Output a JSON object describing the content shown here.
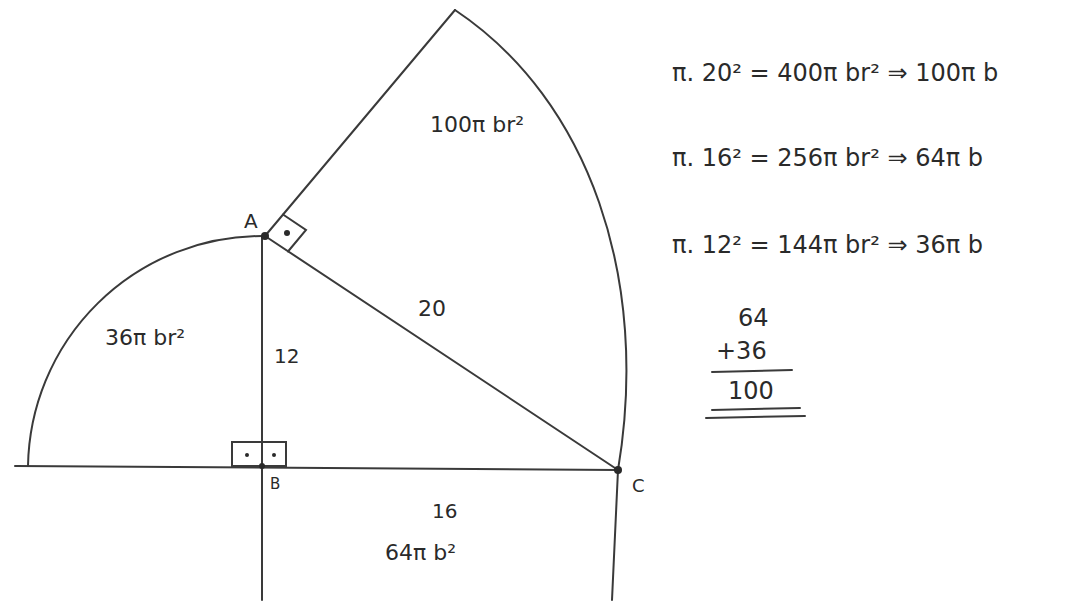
{
  "diagram": {
    "labels": [
      "A",
      "B",
      "C",
      "12",
      "20",
      "16",
      "100π br²",
      "36π br²",
      "64π b²",
      "π. 20² = 400π br² ⇒ 100π b",
      "π. 16² = 256π br² ⇒ 64π b",
      "π. 12² = 144π br² ⇒ 36π b",
      "64",
      "+36",
      "100"
    ]
  }
}
